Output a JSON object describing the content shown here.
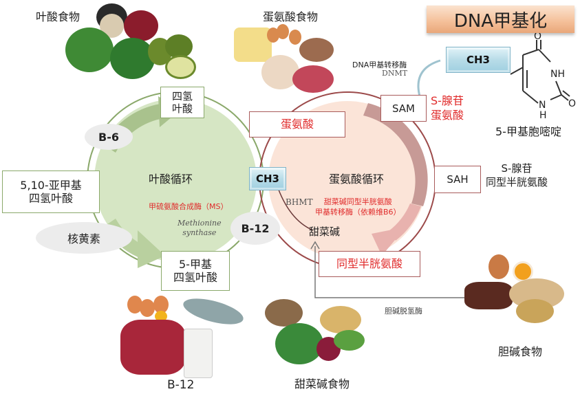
{
  "title": "DNA甲基化",
  "food_labels": {
    "folate_foods": "叶酸食物",
    "methionine_foods": "蛋氨酸食物",
    "b12_foods": "B-12",
    "betaine_foods": "甜菜碱食物",
    "choline_foods": "胆碱食物"
  },
  "folate_cycle": {
    "name": "叶酸循环",
    "nodes": {
      "thf": "四氢\n叶酸",
      "methylene_thf": "5,10-亚甲基\n四氢叶酸",
      "methyl_thf": "5-甲基\n四氢叶酸"
    },
    "cofactors": {
      "b6": "B-6",
      "riboflavin": "核黄素",
      "b12": "B-12"
    },
    "enzyme_cn": "甲硫氨酸合成酶（MS）",
    "enzyme_en": "Methionine\nsynthase"
  },
  "methionine_cycle": {
    "name": "蛋氨酸循环",
    "nodes": {
      "methionine": "蛋氨酸",
      "sam": "SAM",
      "sam_full": "S-腺苷\n蛋氨酸",
      "sah": "SAH",
      "sah_full": "S-腺苷\n同型半胱氨酸",
      "homocysteine": "同型半胱氨酸",
      "betaine": "甜菜碱"
    },
    "bhmt_abbr": "BHMT",
    "bhmt_cn": "甜菜碱同型半胱氨酸\n甲基转移酶（依赖维B6）"
  },
  "methyl_group": "CH3",
  "dnmt": {
    "cn": "DNA甲基转移酶",
    "abbr": "DNMT"
  },
  "methylcytosine": {
    "label": "5-甲基胞嘧啶",
    "atoms": {
      "o_top": "O",
      "nh": "NH",
      "o_right": "O",
      "n": "N",
      "h": "H"
    }
  },
  "choline_enzyme": "胆碱脱氢酶",
  "colors": {
    "folate_fill": "#d6e6c4",
    "folate_ring": "#8aa86a",
    "methionine_fill": "#fbe4d8",
    "methionine_ring": "#9c4a4a",
    "red_text": "#e02b2b",
    "ch3_box": "#b8dce8"
  }
}
